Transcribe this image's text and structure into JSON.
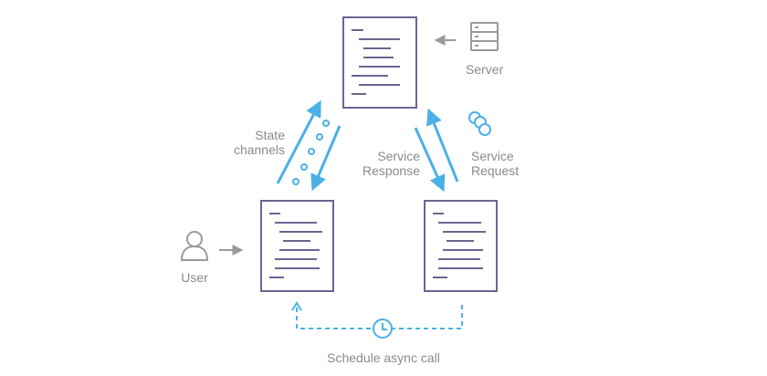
{
  "labels": {
    "server": "Server",
    "state_channels_line1": "State",
    "state_channels_line2": "channels",
    "service_response_line1": "Service",
    "service_response_line2": "Response",
    "service_request_line1": "Service",
    "service_request_line2": "Request",
    "user": "User",
    "schedule": "Schedule async call"
  },
  "colors": {
    "document": "#6b6590",
    "arrow_blue": "#4bb0e6",
    "gray": "#9a9a9a",
    "label": "#8a8a8a"
  },
  "icons": [
    "document-icon",
    "server-icon",
    "user-icon",
    "clock-icon",
    "service-bubble-icon"
  ]
}
